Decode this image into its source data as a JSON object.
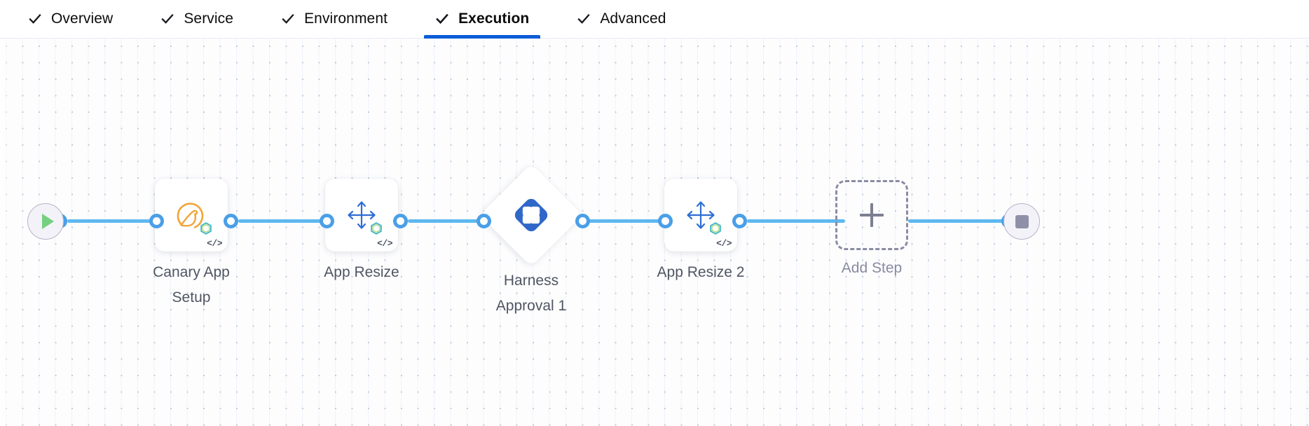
{
  "tabs": [
    {
      "label": "Overview",
      "icon": "check-icon",
      "active": false
    },
    {
      "label": "Service",
      "icon": "check-icon",
      "active": false
    },
    {
      "label": "Environment",
      "icon": "check-icon",
      "active": false
    },
    {
      "label": "Execution",
      "icon": "check-icon",
      "active": true
    },
    {
      "label": "Advanced",
      "icon": "check-icon",
      "active": false
    }
  ],
  "canvas": {
    "start_node": {
      "name": "pipeline-start-node",
      "icon": "play-icon"
    },
    "end_node": {
      "name": "pipeline-end-node",
      "icon": "stop-icon"
    },
    "steps": [
      {
        "label": "Canary App\nSetup",
        "icon": "tanzu-app-service-icon",
        "badge": "</>",
        "type": "card"
      },
      {
        "label": "App Resize",
        "icon": "app-resize-icon",
        "badge": "</>",
        "type": "card"
      },
      {
        "label": "Harness\nApproval 1",
        "icon": "harness-logo-icon",
        "badge": "",
        "type": "diamond"
      },
      {
        "label": "App Resize 2",
        "icon": "app-resize-icon",
        "badge": "</>",
        "type": "card"
      }
    ],
    "add_step": {
      "label": "Add Step",
      "icon": "plus-icon"
    }
  },
  "colors": {
    "accent_blue": "#0b5cd7",
    "connector_blue": "#5fb8ef",
    "port_blue": "#4a9fe8",
    "harness_blue": "#2f68c8",
    "tanzu_orange": "#f2a43a",
    "hexagon_teal": "#3fb6c4",
    "play_green": "#74d07e",
    "stop_gray": "#8f90a8",
    "dashed_gray": "#8b8ba3",
    "label_gray": "#4f5562",
    "muted_label_gray": "#878ba0"
  }
}
